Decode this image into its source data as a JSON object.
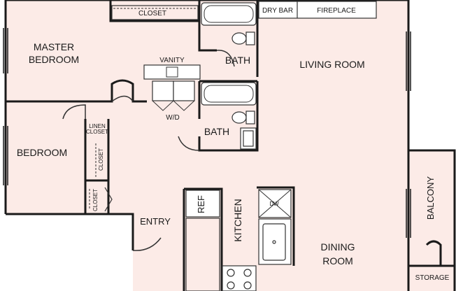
{
  "rooms": {
    "closet_top": "CLOSET",
    "dry_bar": "DRY BAR",
    "fireplace": "FIREPLACE",
    "master_bedroom_line1": "MASTER",
    "master_bedroom_line2": "BEDROOM",
    "vanity": "VANITY",
    "bath_upper": "BATH",
    "living_room": "LIVING ROOM",
    "wd": "W/D",
    "bath_lower": "BATH",
    "linen_closet_line1": "LINEN",
    "linen_closet_line2": "CLOSET",
    "closet_vertical": "CLOSET",
    "bedroom": "BEDROOM",
    "closet_entry": "CLOSET",
    "entry": "ENTRY",
    "ref": "REF",
    "kitchen": "KITCHEN",
    "dw": "DW",
    "dining_line1": "DINING",
    "dining_line2": "ROOM",
    "balcony": "BALCONY",
    "storage": "STORAGE"
  },
  "colors": {
    "floor": "#fcebe7",
    "wall": "#1a1a1a",
    "fixture_fill": "#ffffff",
    "fixture_stroke": "#333333"
  }
}
